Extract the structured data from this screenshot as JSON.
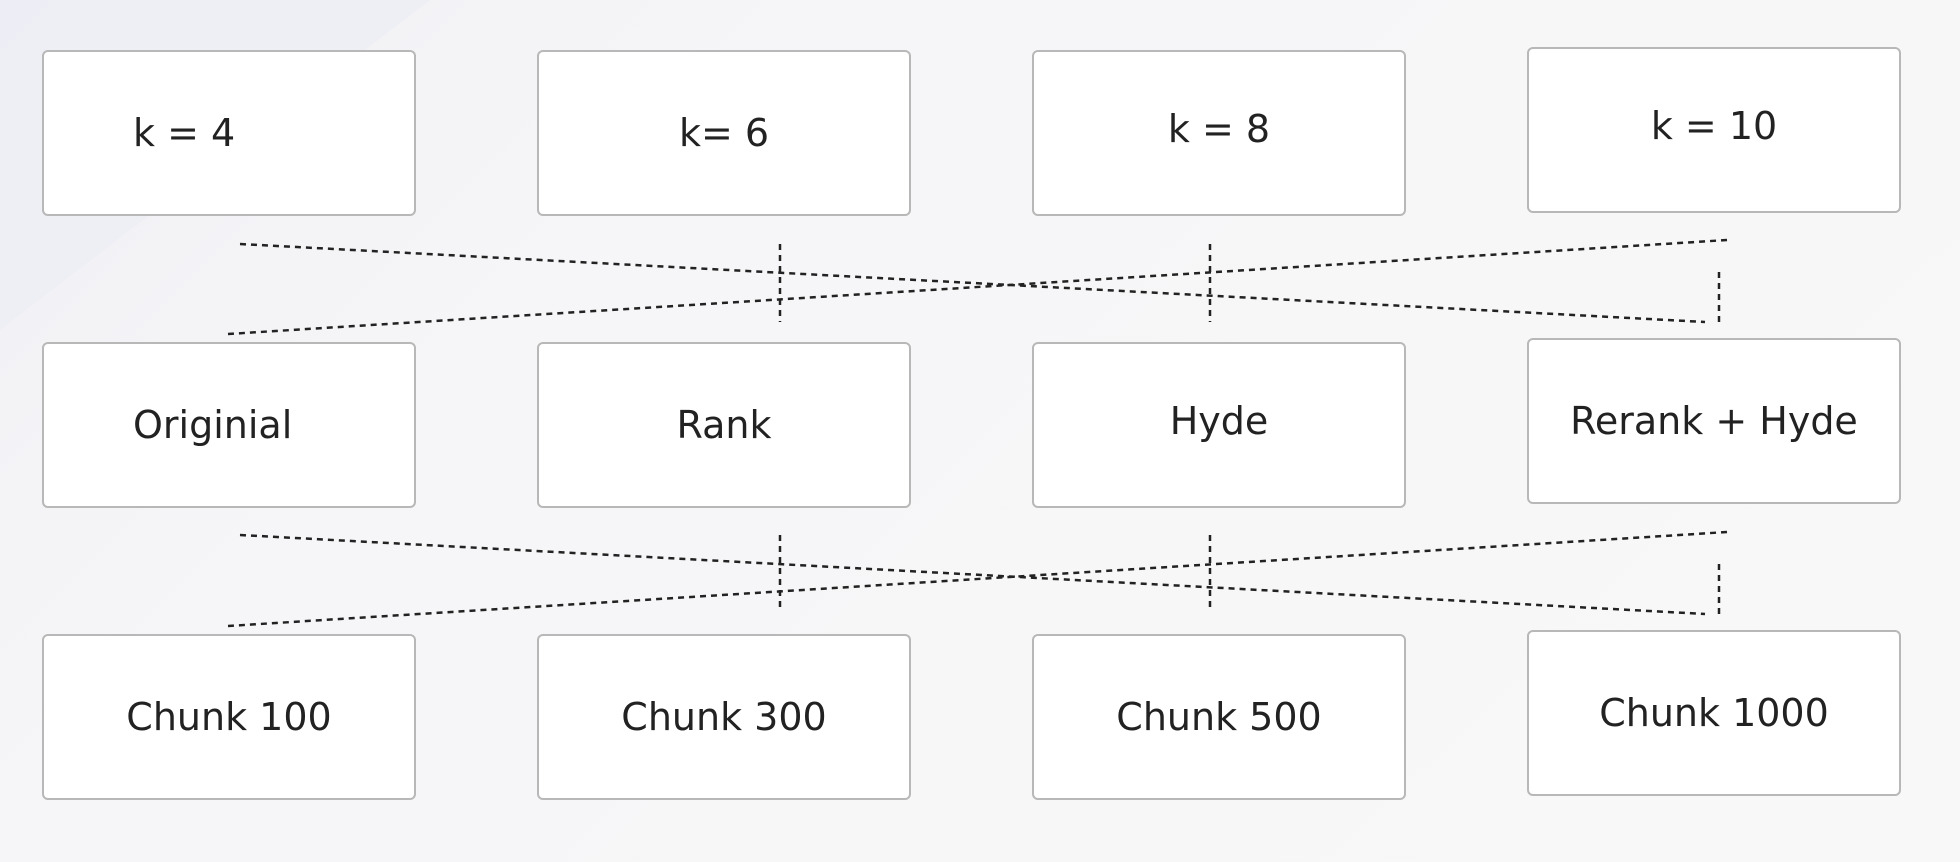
{
  "rows": {
    "k_values": [
      "k = 4",
      "k= 6",
      "k = 8",
      "k = 10"
    ],
    "methods": [
      "Originial",
      "Rank",
      "Hyde",
      "Rerank + Hyde"
    ],
    "chunks": [
      "Chunk 100",
      "Chunk 300",
      "Chunk 500",
      "Chunk 1000"
    ]
  },
  "style": {
    "box_border_color": "#b8b8b8",
    "box_fill_color": "#ffffff",
    "connector_color": "#222222",
    "background_color": "#f8f8f8"
  }
}
